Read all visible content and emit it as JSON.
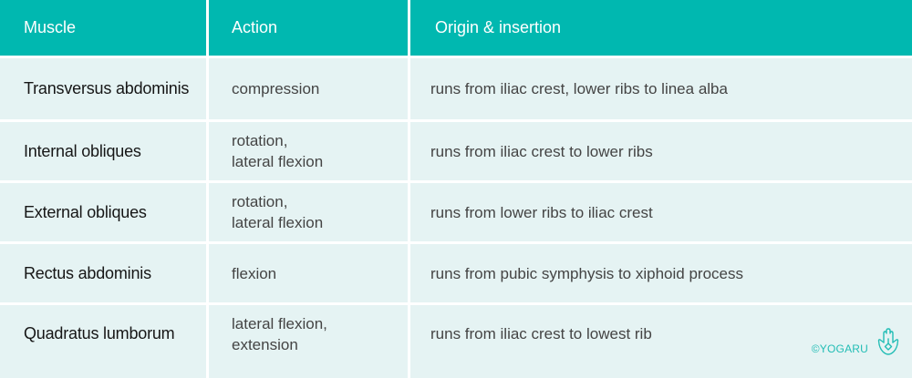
{
  "table": {
    "headers": [
      "Muscle",
      "Action",
      "Origin & insertion"
    ],
    "rows": [
      {
        "muscle": "Transversus abdominis",
        "action": "compression",
        "origin": "runs from iliac crest, lower ribs to linea alba"
      },
      {
        "muscle": "Internal obliques",
        "action": "rotation,\nlateral flexion",
        "origin": "runs from iliac crest to lower ribs"
      },
      {
        "muscle": "External obliques",
        "action": "rotation,\nlateral flexion",
        "origin": "runs from lower ribs to iliac crest"
      },
      {
        "muscle": "Rectus abdominis",
        "action": "flexion",
        "origin": "runs from pubic symphysis to xiphoid process"
      },
      {
        "muscle": "Quadratus lumborum",
        "action": "lateral flexion,\nextension",
        "origin": "runs from iliac crest to lowest rib"
      }
    ]
  },
  "footer": {
    "brand": "©YOGARU",
    "logo_icon": "hamsa-hand-icon"
  },
  "colors": {
    "header_bg": "#00b8b0",
    "cell_bg": "#e5f3f3",
    "accent": "#22bdb5"
  }
}
